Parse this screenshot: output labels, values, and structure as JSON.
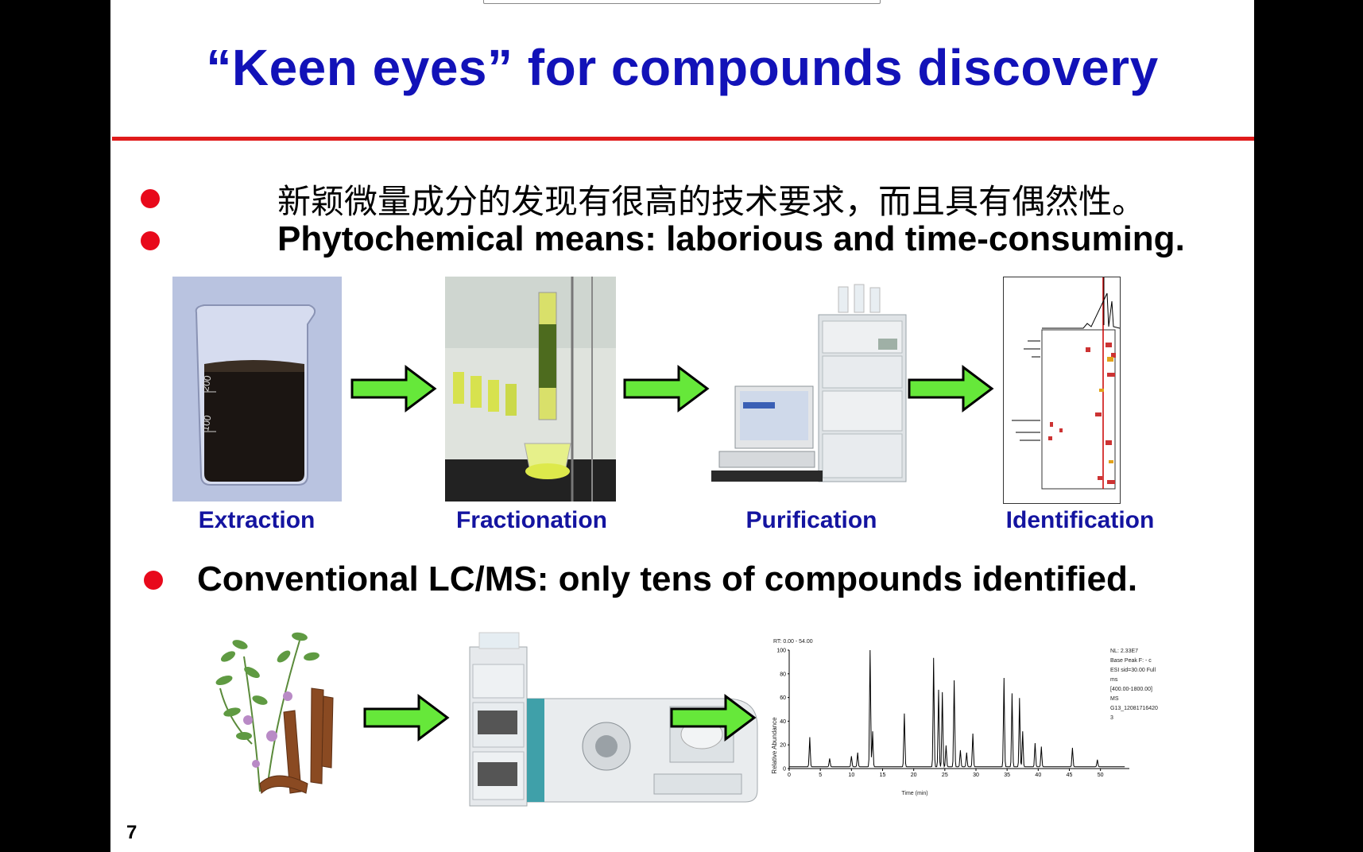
{
  "slide": {
    "title": "“Keen eyes” for compounds discovery",
    "bullets": [
      "新颖微量成分的发现有很高的技术要求，而且具有偶然性。",
      "Phytochemical means: laborious and time-consuming.",
      "Conventional LC/MS: only tens of compounds identified."
    ],
    "steps": [
      "Extraction",
      "Fractionation",
      "Purification",
      "Identification"
    ],
    "page_number": "7",
    "chromatogram": {
      "rt_label": "RT: 0.00 - 54.00",
      "ylabel": "Relative Abundance",
      "xlabel": "Time (min)",
      "y_ticks": [
        "100",
        "80",
        "60",
        "40",
        "20",
        "0"
      ],
      "x_ticks": [
        "0",
        "5",
        "10",
        "15",
        "20",
        "25",
        "30",
        "35",
        "40",
        "45",
        "50"
      ],
      "info": [
        "NL: 2.33E7",
        "Base Peak F: - c",
        "ESI sid=30.00  Full",
        "ms",
        "[400.00-1800.00]",
        "MS",
        "G13_12081716420",
        "3"
      ]
    },
    "colors": {
      "title": "#1212b8",
      "rule": "#e01b1b",
      "bullet": "#e8091b",
      "caption": "#1414a0",
      "arrow_fill": "#66e83a"
    }
  }
}
